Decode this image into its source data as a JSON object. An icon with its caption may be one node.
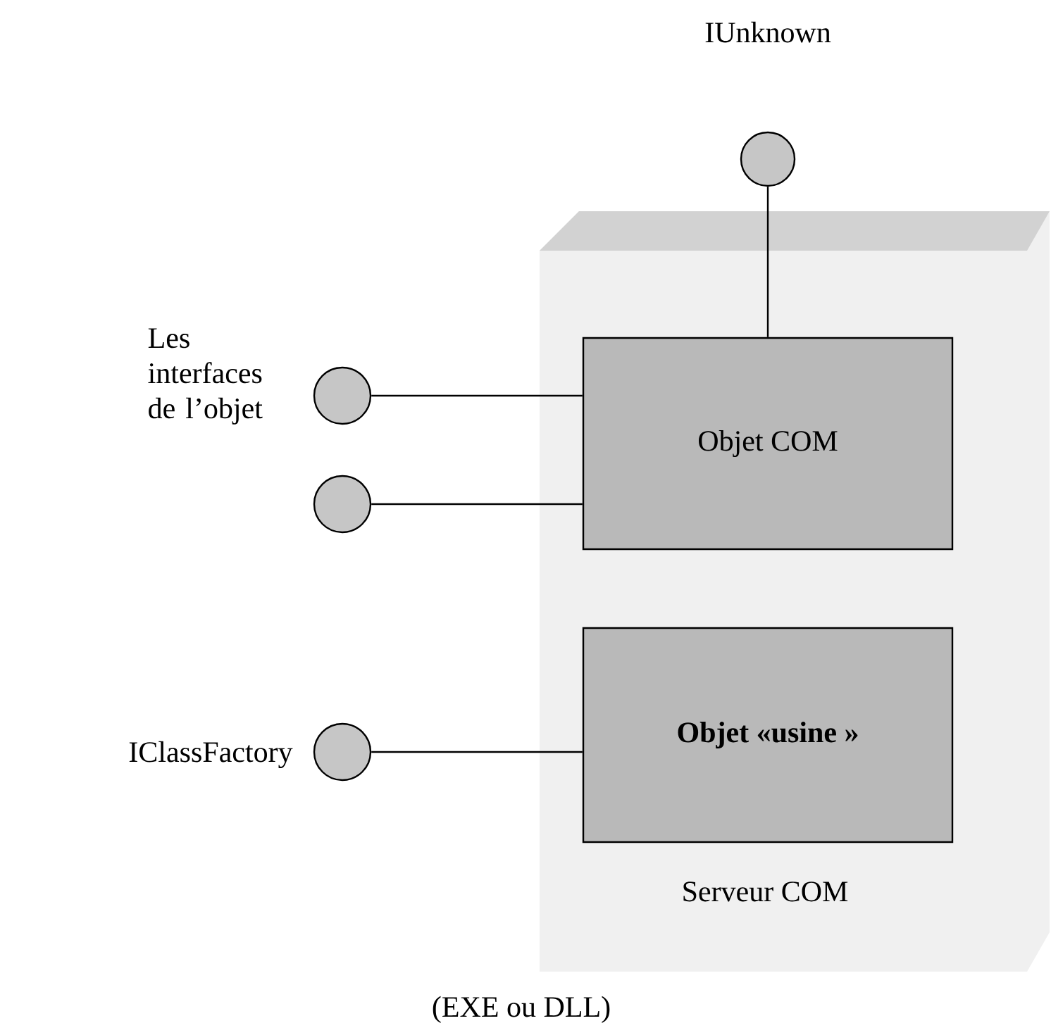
{
  "diagram": {
    "nodes": [
      {
        "text": [
          "Serveur COM"
        ],
        "beside": [
          "(EXE ou DLL)"
        ]
      },
      {
        "text": [
          "Objet COM"
        ],
        "in": 0
      },
      {
        "text": [
          "Objet «usine »"
        ],
        "in": 0
      },
      {
        "text": [],
        "shape": "circle",
        "beside": [
          "IUnknown"
        ]
      },
      {
        "text": [],
        "shape": "circle"
      },
      {
        "text": [],
        "shape": "circle"
      },
      {
        "text": [],
        "shape": "circle",
        "beside": [
          "IClassFactory"
        ]
      }
    ],
    "edges": [
      {
        "from": 3,
        "to": 1,
        "arrow": "none"
      },
      {
        "from": 4,
        "to": 1,
        "arrow": "none"
      },
      {
        "from": 5,
        "to": 1,
        "arrow": "none"
      },
      {
        "from": 6,
        "to": 2,
        "arrow": "none"
      }
    ],
    "labels": [
      "Les interfaces de l’objet"
    ]
  }
}
